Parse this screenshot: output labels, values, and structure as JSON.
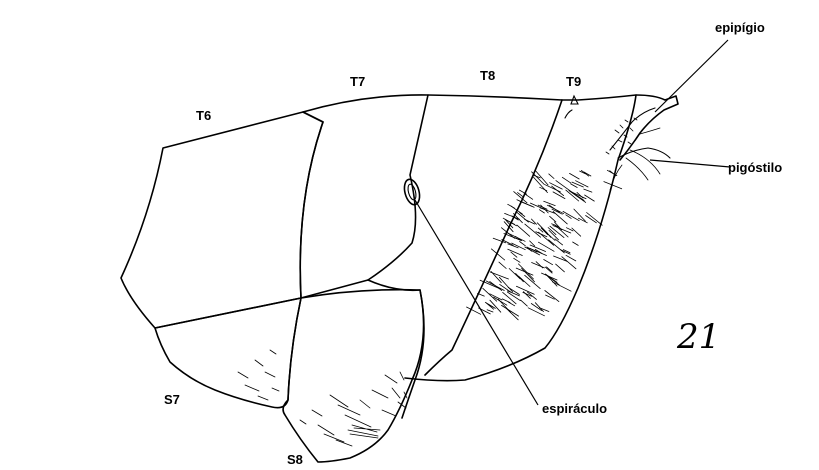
{
  "labels": {
    "t6": "T6",
    "t7": "T7",
    "t8": "T8",
    "t9": "T9",
    "s7": "S7",
    "s8": "S8",
    "epipigio": "epipígio",
    "pigostilo": "pigóstilo",
    "espiraculo": "espiráculo"
  },
  "figure_number": "21"
}
